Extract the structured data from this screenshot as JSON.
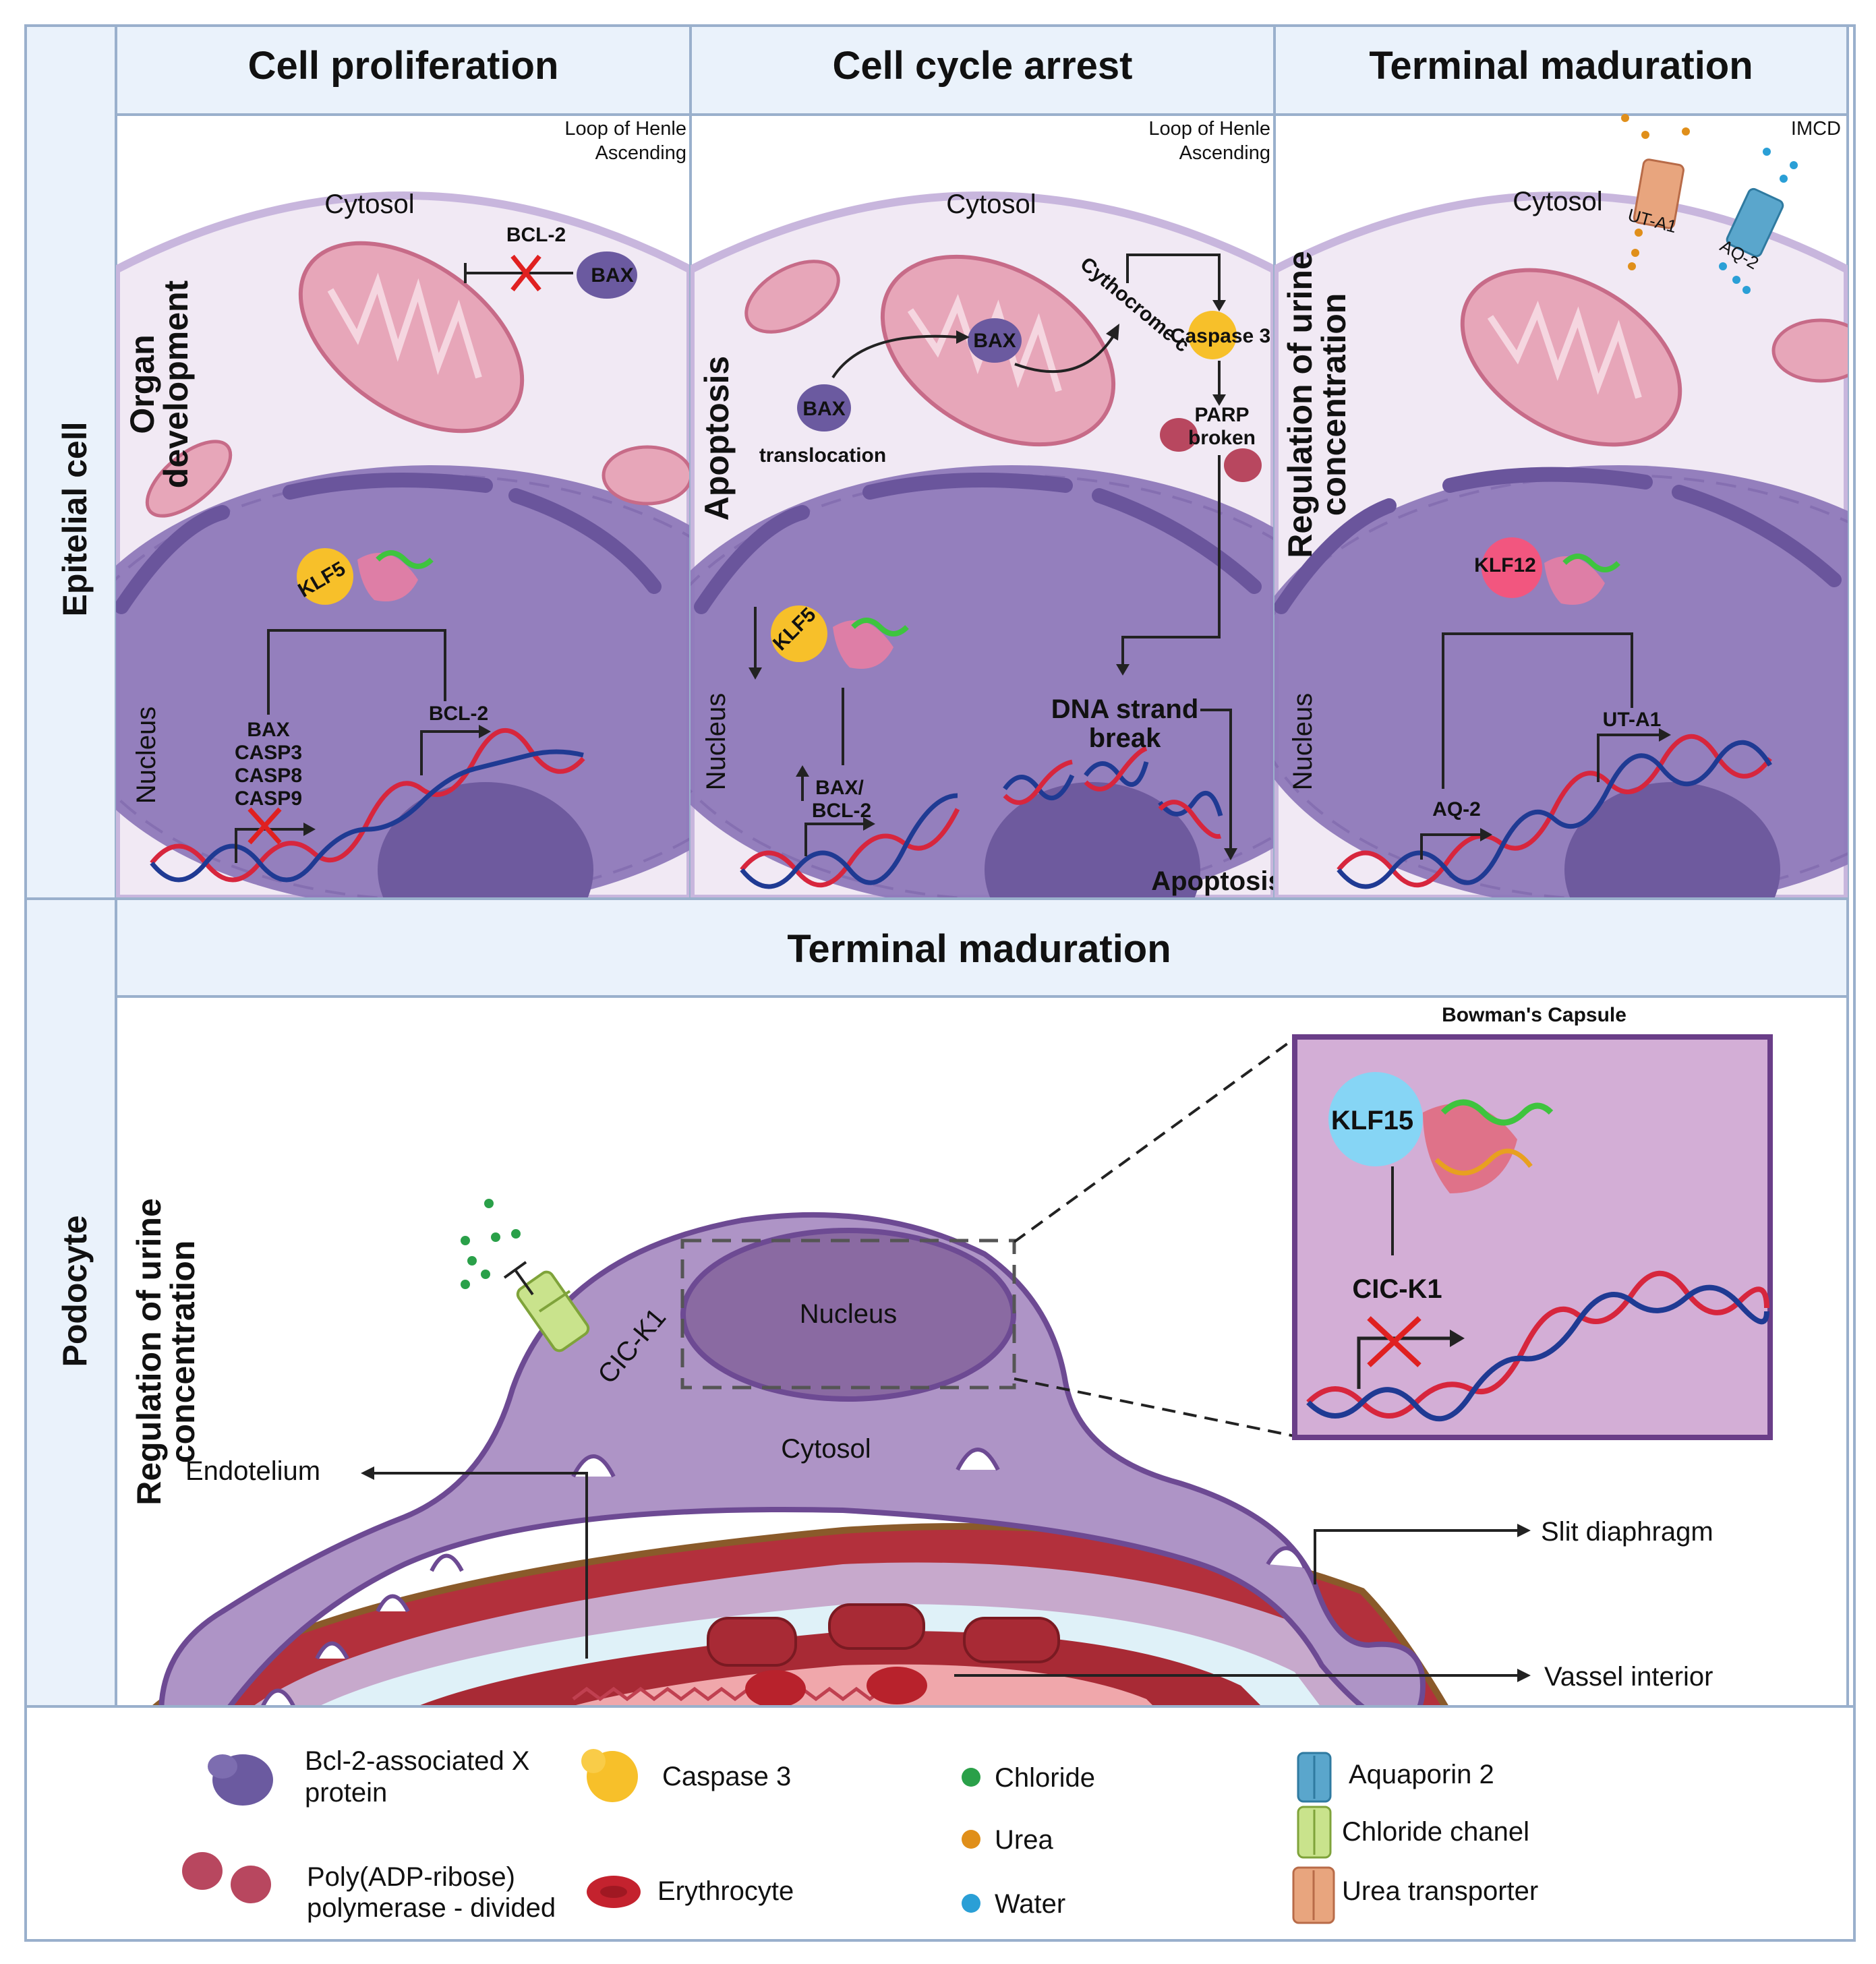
{
  "sidebar": {
    "epithelial": "Epitelial cell",
    "podocyte": "Podocyte"
  },
  "headers": {
    "col1": "Cell proliferation",
    "col2": "Cell cycle arrest",
    "col3": "Terminal maduration",
    "middle": "Terminal maduration"
  },
  "panel1": {
    "region": [
      "Loop of Henle",
      "Ascending"
    ],
    "cytosol": "Cytosol",
    "side_label": [
      "Organ",
      "development"
    ],
    "bcl2_top": "BCL-2",
    "bax": "BAX",
    "klf": "KLF5",
    "nucleus": "Nucleus",
    "genes": [
      "BAX",
      "CASP3",
      "CASP8",
      "CASP9"
    ],
    "bcl2_gene": "BCL-2"
  },
  "panel2": {
    "region": [
      "Loop of Henle",
      "Ascending"
    ],
    "cytosol": "Cytosol",
    "side_label": "Apoptosis",
    "bax_mito": "BAX",
    "bax_cyto": "BAX",
    "translocation": "translocation",
    "cytochrome": "Cythocrome c",
    "caspase": "Caspase 3",
    "parp": [
      "PARP",
      "broken"
    ],
    "klf": "KLF5",
    "nucleus": "Nucleus",
    "bax_bcl2": [
      "BAX/",
      "BCL-2"
    ],
    "dna_break": [
      "DNA strand",
      "break"
    ],
    "apoptosis": "Apoptosis"
  },
  "panel3": {
    "region": "IMCD",
    "cytosol": "Cytosol",
    "side_label": [
      "Regulation of urine",
      "concentration"
    ],
    "ut": "UT-A1",
    "aq": "AQ-2",
    "klf": "KLF12",
    "nucleus": "Nucleus",
    "aq_gene": "AQ-2",
    "ut_gene": "UT-A1"
  },
  "podocyte": {
    "side_label": [
      "Regulation of urine",
      "concentration"
    ],
    "channel": "CIC-K1",
    "nucleus": "Nucleus",
    "cytosol": "Cytosol",
    "bowman": "Bowman's Capsule",
    "klf": "KLF15",
    "gene": "CIC-K1",
    "endotelium": "Endotelium",
    "slit": "Slit diaphragm",
    "vessel": "Vassel interior"
  },
  "legend": {
    "bax": [
      "Bcl-2-associated X",
      "protein"
    ],
    "parp": [
      "Poly(ADP-ribose)",
      "polymerase - divided"
    ],
    "caspase": "Caspase 3",
    "erythrocyte": "Erythrocyte",
    "chloride": "Chloride",
    "urea": "Urea",
    "water": "Water",
    "aquaporin": "Aquaporin 2",
    "chloride_channel": "Chloride chanel",
    "urea_transporter": "Urea transporter"
  },
  "colors": {
    "panel_bg": "#f1e9f4",
    "cell_membrane": "#c8b6dd",
    "nucleus": "#8e79b9",
    "mito": "#e7a6b9",
    "bax": "#6b5aa0",
    "caspase": "#f7c02a",
    "klf12": "#f2567f",
    "klf15": "#86d5f5",
    "podocyte": "#ae94c6",
    "vessel": "#b7353f",
    "chloride": "#2aa049",
    "urea": "#e08f1a",
    "water": "#2a9fd6"
  }
}
